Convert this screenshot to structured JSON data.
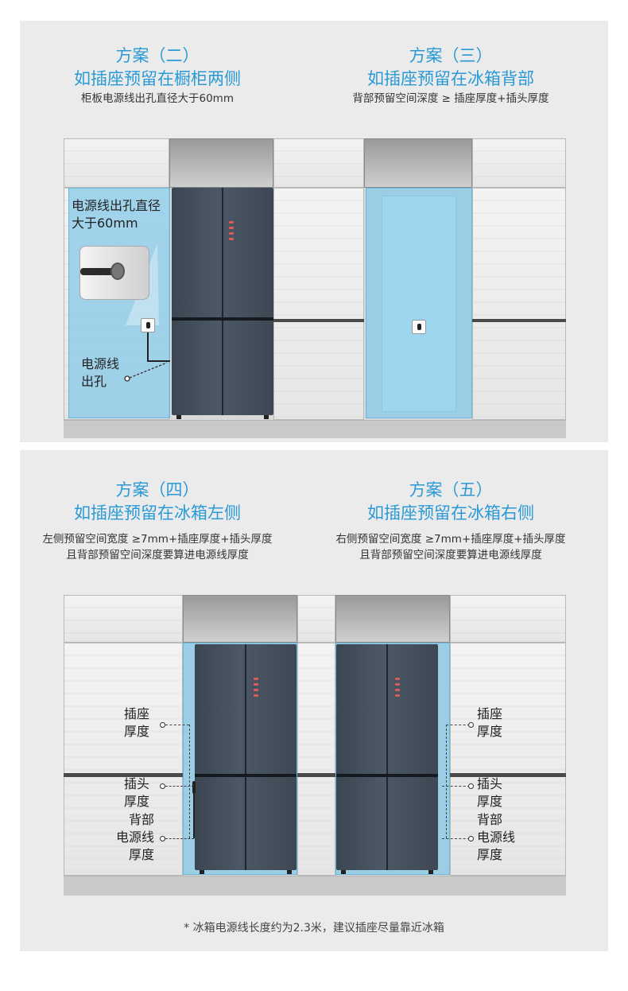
{
  "plans": {
    "two": {
      "plan": "方案（二）",
      "title": "如插座预留在橱柜两侧",
      "sub": "柜板电源线出孔直径大于60mm"
    },
    "three": {
      "plan": "方案（三）",
      "title": "如插座预留在冰箱背部",
      "sub": "背部预留空间深度 ≥ 插座厚度+插头厚度"
    },
    "four": {
      "plan": "方案（四）",
      "title": "如插座预留在冰箱左侧",
      "sub1": "左侧预留空间宽度 ≥7mm+插座厚度+插头厚度",
      "sub2": "且背部预留空间深度要算进电源线厚度"
    },
    "five": {
      "plan": "方案（五）",
      "title": "如插座预留在冰箱右侧",
      "sub1": "右侧预留空间宽度 ≥7mm+插座厚度+插头厚度",
      "sub2": "且背部预留空间深度要算进电源线厚度"
    }
  },
  "callouts": {
    "hole_diameter_1": "电源线出孔直径",
    "hole_diameter_2": "大于60mm",
    "cable_hole_1": "电源线",
    "cable_hole_2": "出孔",
    "socket_thickness_1": "插座",
    "socket_thickness_2": "厚度",
    "plug_thickness_1": "插头",
    "plug_thickness_2": "厚度",
    "back_cable_1": "背部",
    "back_cable_2": "电源线",
    "back_cable_3": "厚度"
  },
  "footnote": "* 冰箱电源线长度约为2.3米，建议插座尽量靠近冰箱",
  "colors": {
    "accent": "#2a9ad6",
    "highlight": "#85c8e8",
    "fridge": "#47525e"
  }
}
